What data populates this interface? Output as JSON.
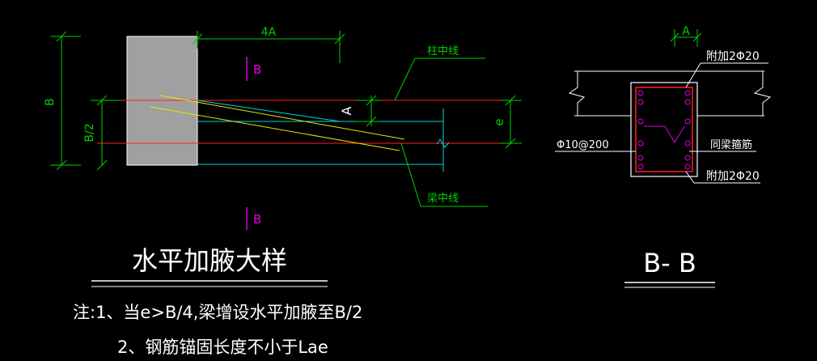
{
  "plan": {
    "dim_4a": "4A",
    "dim_b": "B",
    "dim_b_half": "B/2",
    "dim_a": "A",
    "dim_e": "e",
    "section_mark_top": "B",
    "section_mark_bottom": "B",
    "label_column_centerline": "柱中线",
    "label_beam_centerline": "梁中线",
    "title": "水平加腋大样"
  },
  "notes": {
    "line1": "注:1、当e>B/4,梁增设水平加腋至B/2",
    "line2": "2、钢筋锚固长度不小于Lae"
  },
  "section": {
    "dim_a": "A",
    "label_top_bars": "附加2Φ20",
    "label_stirrup": "Φ10@200",
    "label_same_stirrup": "同梁箍筋",
    "label_bottom_bars": "附加2Φ20",
    "title": "B- B"
  },
  "colors": {
    "green": "#00d000",
    "red": "#ff2020",
    "cyan": "#00d8d8",
    "yellow": "#e8e800",
    "magenta": "#e000e0",
    "white": "#ffffff",
    "gray": "#a0a0a0"
  }
}
